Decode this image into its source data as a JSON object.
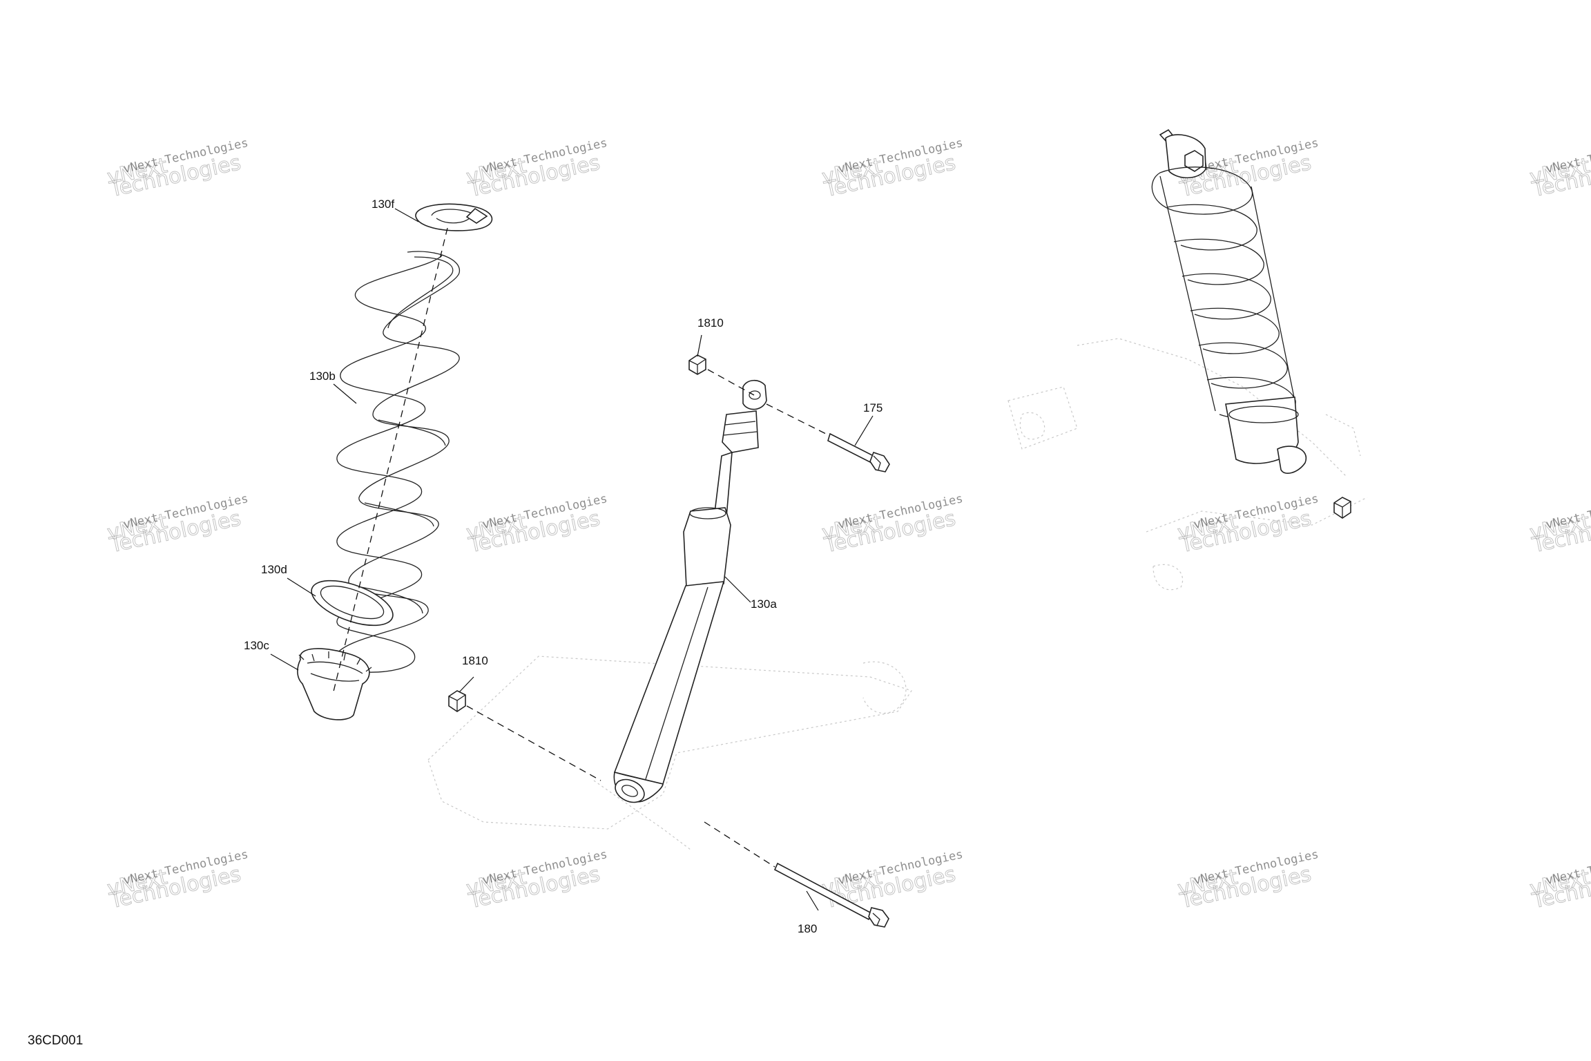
{
  "diagram": {
    "drawing_code": "36CD001",
    "watermark": {
      "line1": "vNext Technologies",
      "line2": "Technologies",
      "word": "vNext"
    },
    "callouts": [
      {
        "id": "c130f",
        "text": "130f"
      },
      {
        "id": "c130b",
        "text": "130b"
      },
      {
        "id": "c130d",
        "text": "130d"
      },
      {
        "id": "c130c",
        "text": "130c"
      },
      {
        "id": "c1810a",
        "text": "1810"
      },
      {
        "id": "c1810b",
        "text": "1810"
      },
      {
        "id": "c175",
        "text": "175"
      },
      {
        "id": "c130a",
        "text": "130a"
      },
      {
        "id": "c180",
        "text": "180"
      }
    ]
  }
}
